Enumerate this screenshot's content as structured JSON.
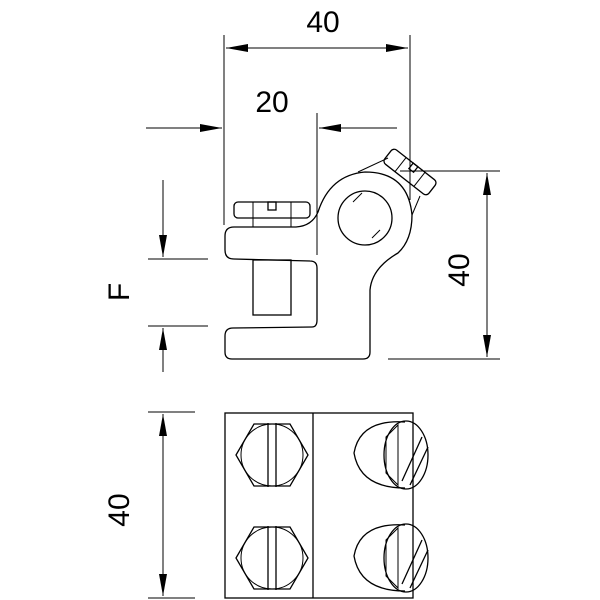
{
  "dimensions": {
    "top_width": "40",
    "half_width": "20",
    "right_height": "40",
    "clamp_range": "F",
    "bottom_height": "40"
  }
}
